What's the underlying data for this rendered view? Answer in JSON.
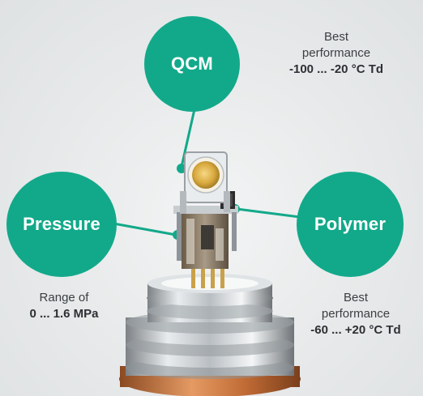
{
  "bubbles": {
    "qcm": {
      "label": "QCM"
    },
    "pressure": {
      "label": "Pressure"
    },
    "polymer": {
      "label": "Polymer"
    }
  },
  "captions": {
    "qcm": {
      "line1": "Best",
      "line2": "performance",
      "value": "-100 ... -20 °C Td"
    },
    "pressure": {
      "line1": "Range of",
      "value": "0 ... 1.6 MPa"
    },
    "polymer": {
      "line1": "Best",
      "line2": "performance",
      "value": "-60 ... +20 °C Td"
    }
  },
  "colors": {
    "accent": "#12a98a",
    "background": "#e7e9ea",
    "text": "#3b3f42"
  }
}
